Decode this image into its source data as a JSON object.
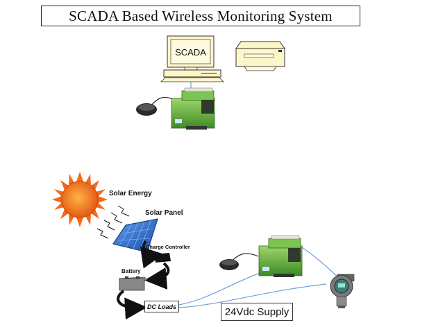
{
  "title": "SCADA Based Wireless Monitoring System",
  "scada_screen_label": "SCADA",
  "labels": {
    "solar_energy": "Solar Energy",
    "solar_panel": "Solar Panel",
    "charge_controller": "Charge Controller",
    "battery": "Battery",
    "dc_loads": "DC Loads",
    "supply": "24Vdc Supply"
  },
  "colors": {
    "computer": "#fdf6c8",
    "module_green": "#5fae3a",
    "sun": "#f26a1b",
    "solar_panel": "#2f6fd0",
    "wire": "#6fa0d8"
  }
}
